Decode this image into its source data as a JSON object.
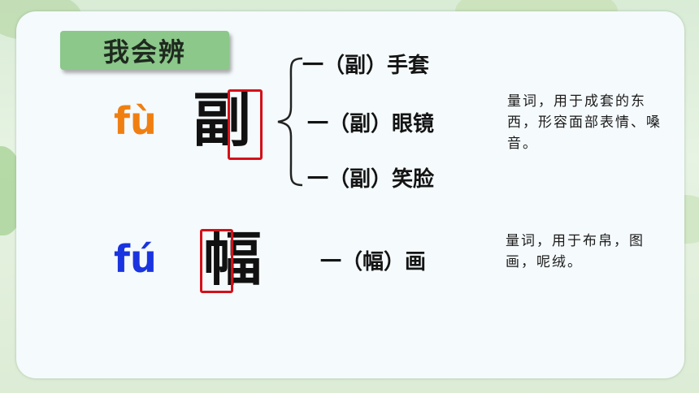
{
  "header": {
    "title": "我会辨"
  },
  "entries": [
    {
      "pinyin": "fù",
      "character": "副",
      "phrases": [
        "一（副）手套",
        "一（副）眼镜",
        "一（副）笑脸"
      ],
      "note": "量词，用于成套的东西，形容面部表情、嗓音。"
    },
    {
      "pinyin": "fú",
      "character": "幅",
      "phrases": [
        "一（幅）画"
      ],
      "note": "量词，用于布帛，图画，呢绒。"
    }
  ],
  "colors": {
    "pinyin_fu4": "#f07f12",
    "pinyin_fu2": "#1a34e0",
    "highlight_box": "#d4101a",
    "title_tag": "#8bc88a"
  }
}
